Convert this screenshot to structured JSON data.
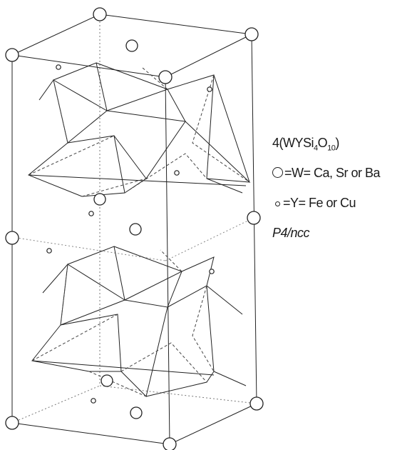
{
  "legend": {
    "formula_prefix": "4(WYSi",
    "formula_sub1": "4",
    "formula_mid": "O",
    "formula_sub2": "10",
    "formula_suffix": ")",
    "w_symbol": "circle-large-icon",
    "w_text": "=W= Ca, Sr or Ba",
    "y_symbol": "circle-small-icon",
    "y_text": "=Y= Fe or Cu",
    "space_group": "P4/ncc"
  }
}
